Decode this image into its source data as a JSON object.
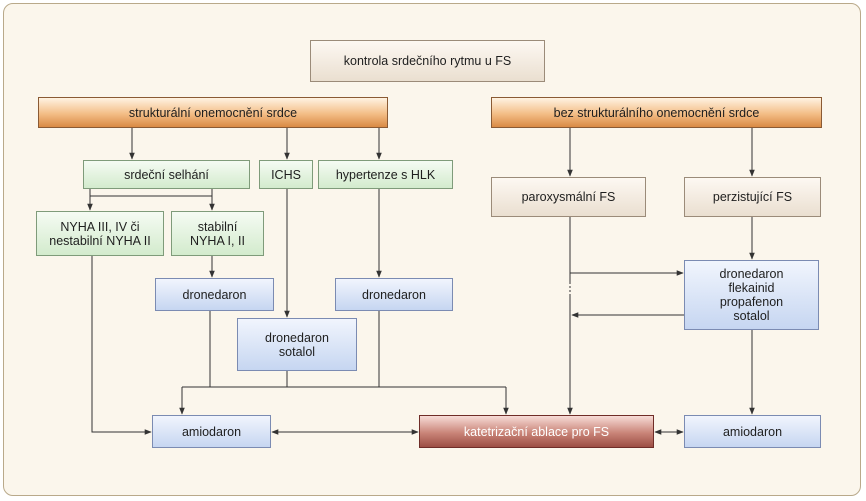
{
  "diagram": {
    "title": "kontrola srdečního rytmu u FS",
    "structural_heading": "strukturální onemocnění srdce",
    "nonstructural_heading": "bez strukturálního onemocnění srdce",
    "heart_failure": "srdeční selhání",
    "ichs": "ICHS",
    "hypertension": "hypertenze s HLK",
    "nyha_severe": "NYHA III, IV či\nnestabilní NYHA II",
    "nyha_stable": "stabilní\nNYHA I, II",
    "dronedaron_hf": "dronedaron",
    "dronedaron_sotalol": "dronedaron\nsotalol",
    "dronedaron_htn": "dronedaron",
    "amiodaron_left": "amiodaron",
    "ablation": "katetrizační ablace pro FS",
    "paroxysmal": "paroxysmální FS",
    "persistent": "perzistující FS",
    "drug_list": "dronedaron\nflekainid\npropafenon\nsotalol",
    "amiodaron_right": "amiodaron"
  }
}
